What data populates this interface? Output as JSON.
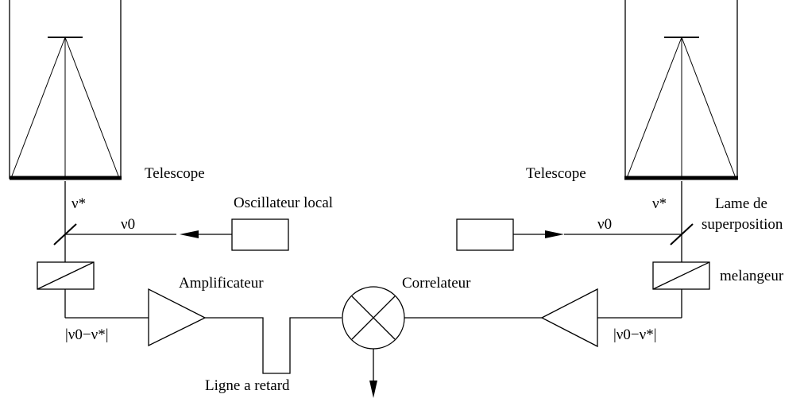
{
  "labels": {
    "telescope_left": "Telescope",
    "telescope_right": "Telescope",
    "nu_star_left": "ν*",
    "nu_star_right": "ν*",
    "oscillator": "Oscillateur local",
    "nu0_left": "ν0",
    "nu0_right": "ν0",
    "lame_line1": "Lame de",
    "lame_line2": "superposition",
    "amplificateur": "Amplificateur",
    "correlateur": "Correlateur",
    "melangeur": "melangeur",
    "diff_left": "|ν0−ν*|",
    "diff_right": "|ν0−ν*|",
    "delay_line": "Ligne a retard"
  }
}
